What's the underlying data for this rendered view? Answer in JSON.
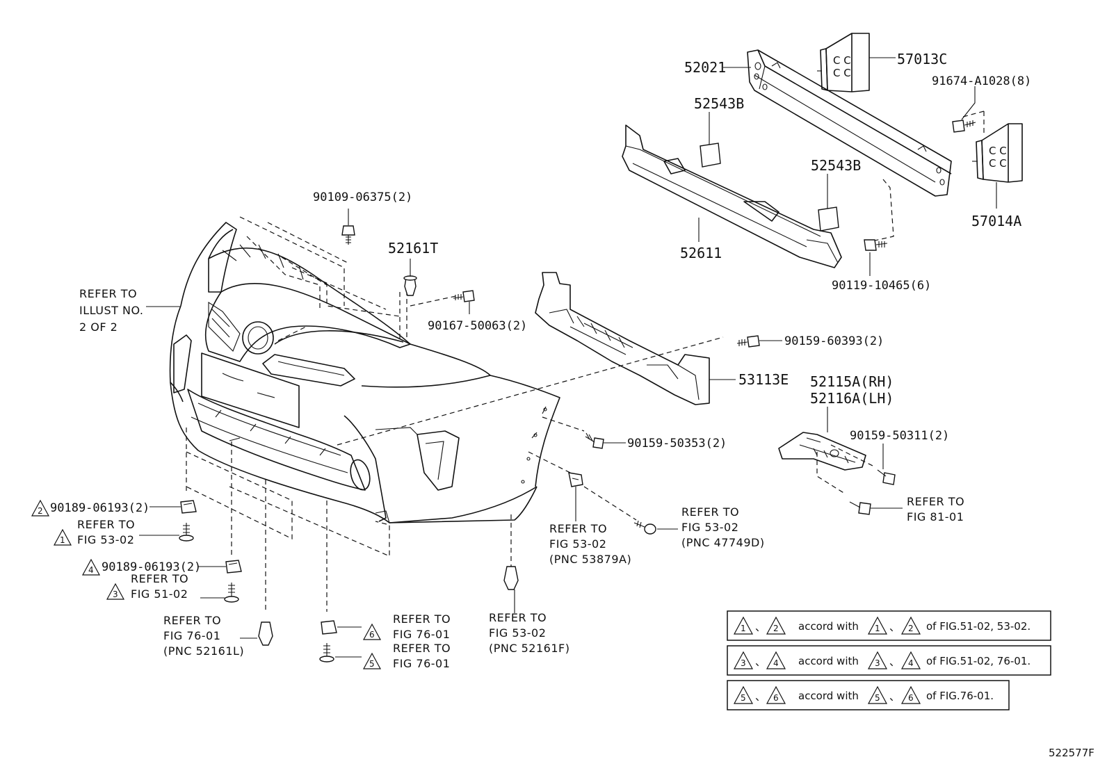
{
  "diagram_id": "522577F",
  "parts": {
    "p52021": "52021",
    "p57013C": "57013C",
    "p91674": "91674-A1028(8)",
    "p52543B_top": "52543B",
    "p52543B_mid": "52543B",
    "p57014A": "57014A",
    "p52611": "52611",
    "p90119": "90119-10465(6)",
    "p90109": "90109-06375(2)",
    "p52161T": "52161T",
    "p90167": "90167-50063(2)",
    "p90159_60393": "90159-60393(2)",
    "p53113E": "53113E",
    "p52115A": "52115A(RH)",
    "p52116A": "52116A(LH)",
    "p90159_50353": "90159-50353(2)",
    "p90159_50311": "90159-50311(2)",
    "p90189_a": "90189-06193(2)",
    "p90189_b": "90189-06193(2)"
  },
  "refs": {
    "illust": [
      "REFER TO",
      "ILLUST NO.",
      "2 OF 2"
    ],
    "fig8101": [
      "REFER TO",
      "FIG 81-01"
    ],
    "fig5302_pnc47749d": [
      "REFER TO",
      "FIG 53-02",
      "(PNC 47749D)"
    ],
    "fig5302_pnc53879a": [
      "REFER TO",
      "FIG 53-02",
      "(PNC 53879A)"
    ],
    "fig5302_tri1": [
      "REFER TO",
      "FIG 53-02"
    ],
    "fig5102_tri3": [
      "REFER TO",
      "FIG 51-02"
    ],
    "fig7601_pnc52161l": [
      "REFER TO",
      "FIG 76-01",
      "(PNC 52161L)"
    ],
    "fig7601_tri6": [
      "REFER TO",
      "FIG 76-01"
    ],
    "fig7601_tri5": [
      "REFER TO",
      "FIG 76-01"
    ],
    "fig5302_pnc52161f": [
      "REFER TO",
      "FIG 53-02",
      "(PNC 52161F)"
    ]
  },
  "triangles": {
    "t1": "1",
    "t2": "2",
    "t3": "3",
    "t4": "4",
    "t5": "5",
    "t6": "6"
  },
  "legend": {
    "row1": {
      "a": "1",
      "b": "2",
      "sep": "、",
      "mid": "accord with",
      "c": "1",
      "d": "2",
      "tail": "of FIG.51-02, 53-02."
    },
    "row2": {
      "a": "3",
      "b": "4",
      "sep": "、",
      "mid": "accord with",
      "c": "3",
      "d": "4",
      "tail": "of FIG.51-02, 76-01."
    },
    "row3": {
      "a": "5",
      "b": "6",
      "sep": "、",
      "mid": "accord with",
      "c": "5",
      "d": "6",
      "tail": "of FIG.76-01."
    }
  }
}
